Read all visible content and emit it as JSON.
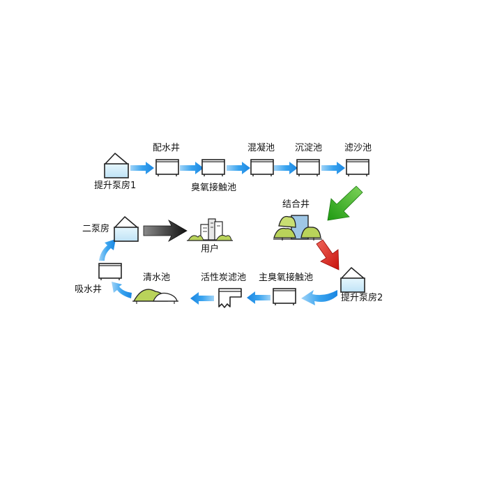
{
  "labels": {
    "lift_pump_1": "提升泵房1",
    "distribution_well": "配水井",
    "ozone_contact_tank": "臭氧接触池",
    "coagulation_tank": "混凝池",
    "sedimentation_tank": "沉淀池",
    "sand_filter": "滤沙池",
    "combination_well": "结合井",
    "second_pump": "二泵房",
    "user": "用户",
    "suction_well": "吸水井",
    "clear_water_tank": "清水池",
    "activated_carbon_filter": "活性炭滤池",
    "main_ozone_contact_tank": "主臭氧接触池",
    "lift_pump_2": "提升泵房2"
  },
  "colors": {
    "flow_arrow": "#1e90e8",
    "to_combination_arrow": "#2aa81a",
    "from_combination_arrow": "#d81a10",
    "to_user_arrow": "#222222",
    "water": "#d6eefa",
    "outline": "#222222",
    "bush": "#b9d35a"
  }
}
